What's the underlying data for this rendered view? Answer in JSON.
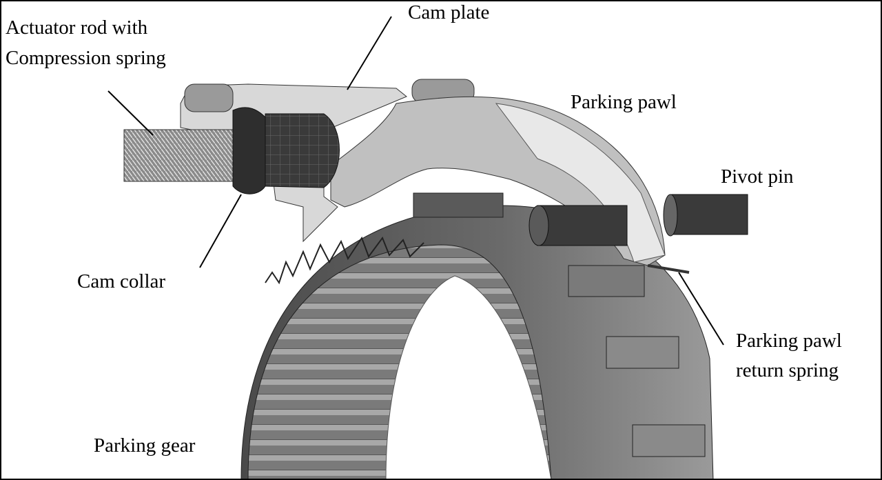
{
  "labels": {
    "actuator_rod_line1": "Actuator rod with",
    "actuator_rod_line2": "Compression spring",
    "cam_plate": "Cam plate",
    "parking_pawl": "Parking pawl",
    "pivot_pin": "Pivot pin",
    "cam_collar": "Cam collar",
    "return_spring_line1": "Parking pawl",
    "return_spring_line2": "return spring",
    "parking_gear": "Parking gear"
  }
}
